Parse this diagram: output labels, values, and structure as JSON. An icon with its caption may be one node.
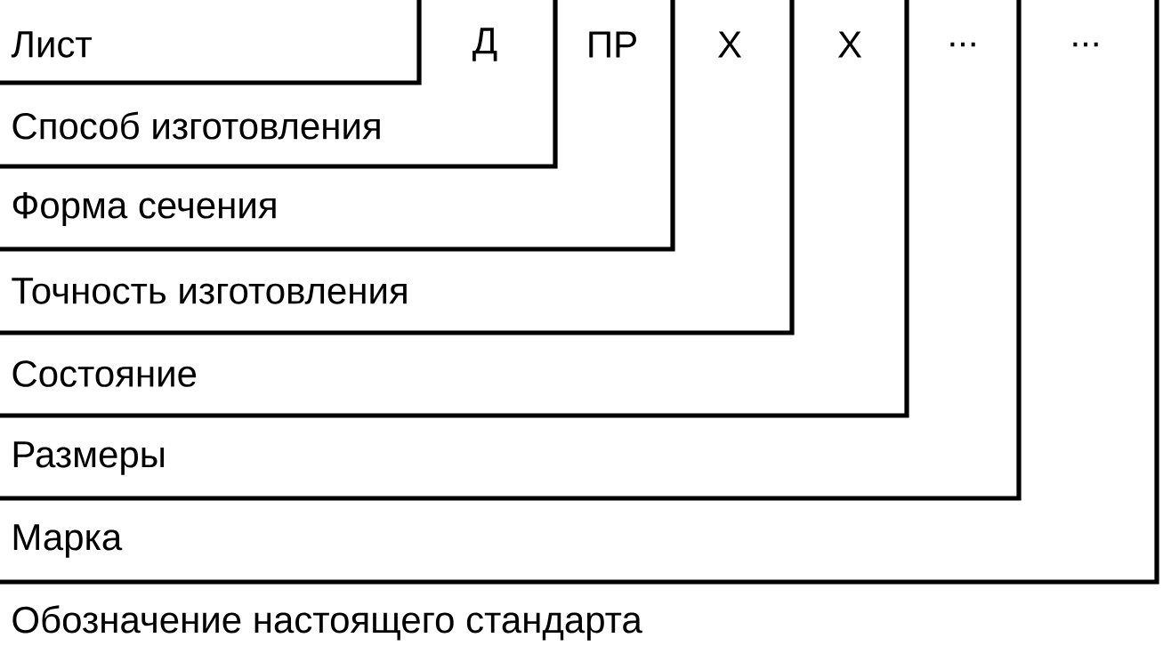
{
  "diagram": {
    "labels": [
      "Лист",
      "Д",
      "ПР",
      "Х",
      "Х",
      "...",
      "...",
      "Способ изготовления",
      "Форма сечения",
      "Точность изготовления",
      "Состояние",
      "Размеры",
      "Марка",
      "Обозначение настоящего стандарта"
    ]
  }
}
